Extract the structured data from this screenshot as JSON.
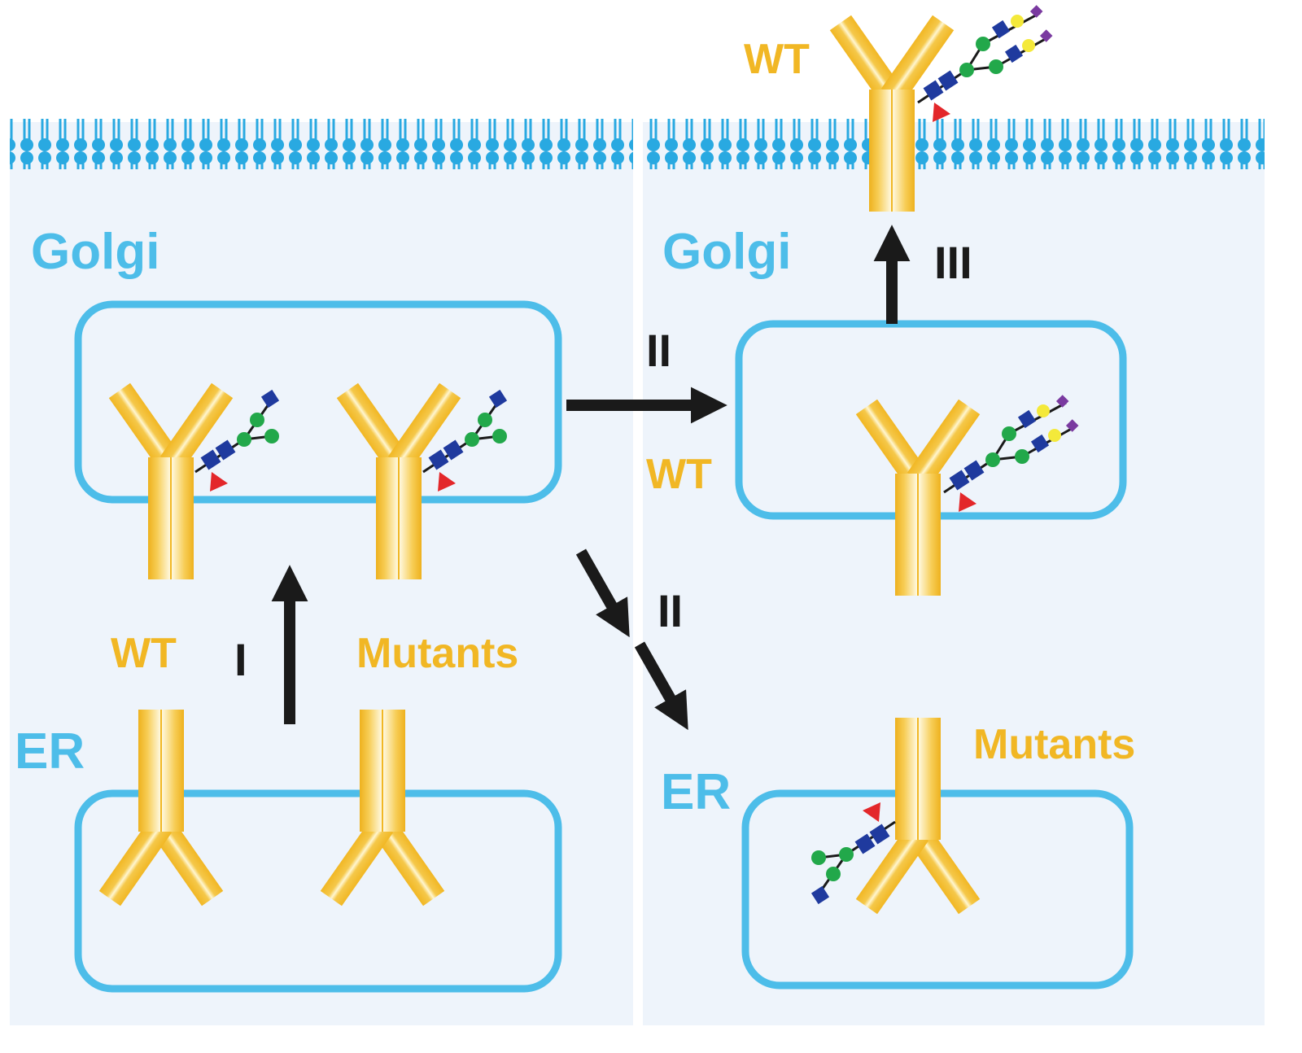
{
  "colors": {
    "cell_fill": "#eef4fb",
    "membrane": "#29a9e1",
    "organelle": "#4dbde9",
    "antibody": "#f1b724",
    "antibody_light": "#fff6d0",
    "glycan_link": "#1a1a1a",
    "glcnac": "#1f3a9e",
    "mannose": "#22a84a",
    "galactose": "#f4e93a",
    "sialic": "#7a3aa0",
    "fucose": "#e3272a",
    "arrow": "#1a1a1a",
    "label_organelle": "#4dbde9",
    "label_protein": "#f1b724"
  },
  "labels": {
    "left_golgi": "Golgi",
    "left_er": "ER",
    "left_wt": "WT",
    "left_mutants": "Mutants",
    "right_golgi": "Golgi",
    "right_er": "ER",
    "right_wt_golgi": "WT",
    "right_wt_surface": "WT",
    "right_mutants": "Mutants",
    "step_1": "I",
    "step_2a": "II",
    "step_2b": "II",
    "step_3": "III"
  },
  "icons": {
    "antibody": "antibody-icon",
    "glycan": "n-glycan-icon",
    "arrow": "arrow-icon"
  }
}
